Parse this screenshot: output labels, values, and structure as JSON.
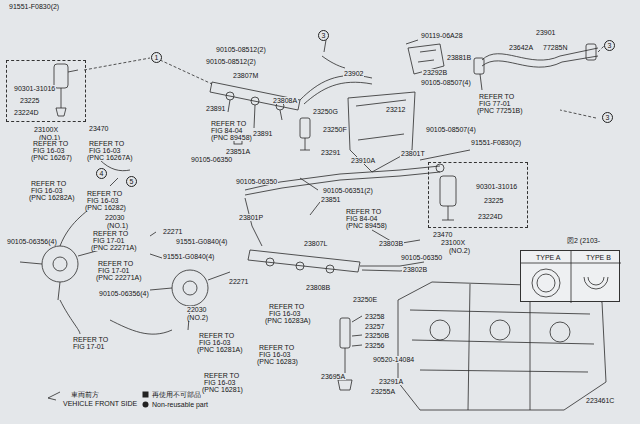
{
  "diagram": {
    "nodes": [
      {
        "text": [
          "90301-31016",
          "23225",
          "23224D"
        ]
      },
      {
        "text": [
          "90301-31016",
          "23225",
          "23224D"
        ]
      },
      {
        "text": [
          "TYPE A",
          "TYPE B"
        ]
      }
    ],
    "labels": [
      "91551-F0830(2)",
      "1",
      "90105-08512(2)",
      "90105-08512(2)",
      "3",
      "23807M",
      "23902",
      "23891",
      "23808A",
      "23250G",
      "REFER TO",
      "FIG 84-04",
      "(PNC 89458)",
      "23891",
      "23250F",
      "23851A",
      "90105-06350",
      "23291",
      "90119-06A28",
      "23881B",
      "23292B",
      "90105-08507(4)",
      "23212",
      "90105-08507(4)",
      "23901",
      "23642A",
      "77285N",
      "3",
      "REFER TO",
      "FIG 77-01",
      "(PNC 77251B)",
      "3",
      "91551-F0830(2)",
      "23801T",
      "23910A",
      "23100X",
      "(NO.1)",
      "23470",
      "REFER TO",
      "FIG 16-03",
      "(PNC 16267)",
      "REFER TO",
      "FIG 16-03",
      "(PNC 16267A)",
      "4",
      "5",
      "REFER TO",
      "FIG 16-03",
      "(PNC 16282A)",
      "REFER TO",
      "FIG 16-03",
      "(PNC 16282)",
      "22030",
      "(NO.1)",
      "REFER TO",
      "FIG 17-01",
      "(PNC 22271A)",
      "22271",
      "90105-06356(4)",
      "REFER TO",
      "FIG 17-01",
      "(PNC 22271A)",
      "90105-06356(4)",
      "22030",
      "(NO.2)",
      "REFER TO",
      "FIG 17-01",
      "REFER TO",
      "FIG 16-03",
      "(PNC 16281A)",
      "REFER TO",
      "FIG 16-03",
      "(PNC 16283)",
      "REFER TO",
      "FIG 16-03",
      "(PNC 16281)",
      "REFER TO",
      "FIG 16-03",
      "(PNC 16283A)",
      "90105-06350",
      "90105-06351(2)",
      "23851",
      "REFER TO",
      "FIG 84-04",
      "(PNC 89458)",
      "23801P",
      "91551-G0840(4)",
      "23807L",
      "91551-G0840(4)",
      "23803B",
      "90105-06350",
      "23802B",
      "22271",
      "23808B",
      "23470",
      "23100X",
      "(NO.2)",
      "図2 (2103-",
      "23250E",
      "23258",
      "23257",
      "23250B",
      "23256",
      "90520-14084",
      "23695A",
      "23291A",
      "23255A",
      "車両前方",
      "VEHICLE FRONT SIDE",
      "223461C"
    ],
    "legend": [
      {
        "text": "再使用不可部品"
      },
      {
        "text": "Non-reusable part"
      }
    ]
  }
}
